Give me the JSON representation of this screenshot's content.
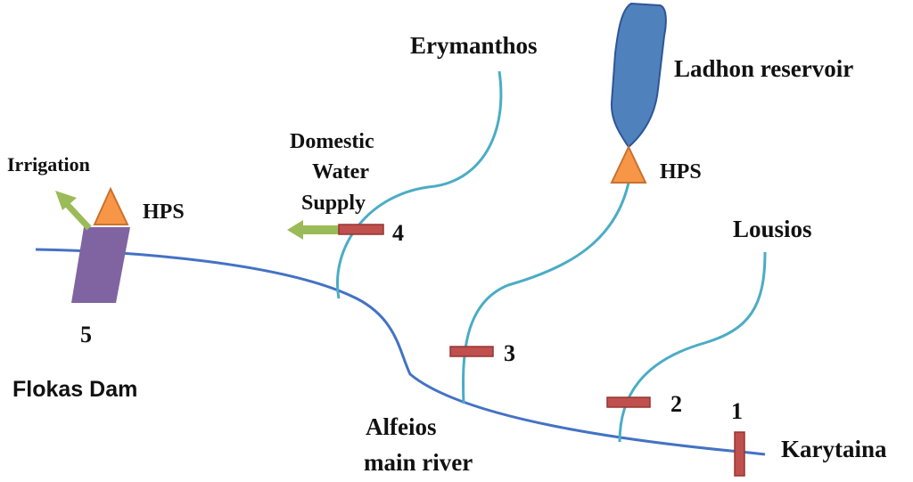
{
  "colors": {
    "main_river": "#4472C4",
    "tributary": "#4BACC6",
    "reservoir": "#4F81BD",
    "reservoir_edge": "#2F5597",
    "hps": "#F79646",
    "station": "#C0504D",
    "dam": "#8064A2",
    "arrow": "#9BBB59"
  },
  "labels": {
    "erymanthos": "Erymanthos",
    "ladhon_reservoir": "Ladhon reservoir",
    "hps_ladhon": "HPS",
    "hps_flokas": "HPS",
    "domestic_line1": "Domestic",
    "domestic_line2": "Water",
    "domestic_line3": "Supply",
    "irrigation": "Irrigation",
    "lousios": "Lousios",
    "flokas_dam": "Flokas Dam",
    "alfeios_line1": "Alfeios",
    "alfeios_line2": "main river",
    "karytaina": "Karytaina"
  },
  "stations": [
    {
      "id": "1"
    },
    {
      "id": "2"
    },
    {
      "id": "3"
    },
    {
      "id": "4"
    },
    {
      "id": "5"
    }
  ],
  "icons": {
    "hps": "triangle-icon",
    "station": "gauge-bar-icon",
    "abstraction": "arrow-icon",
    "reservoir": "reservoir-shape",
    "dam": "dam-shape"
  }
}
